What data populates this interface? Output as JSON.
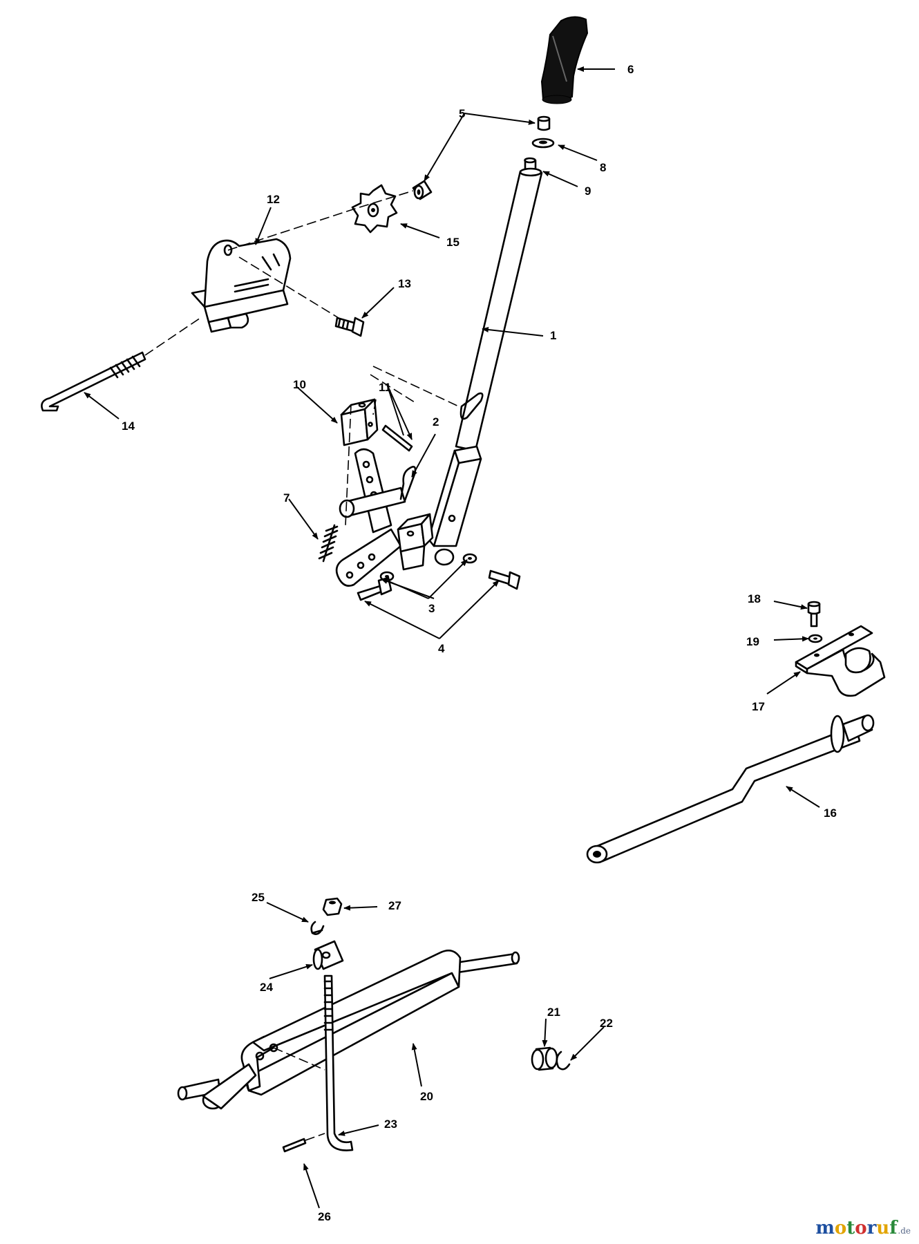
{
  "diagram": {
    "callouts": [
      "1",
      "2",
      "3",
      "4",
      "5",
      "6",
      "7",
      "8",
      "9",
      "10",
      "11",
      "12",
      "13",
      "14",
      "15",
      "16",
      "17",
      "18",
      "19",
      "20",
      "21",
      "22",
      "23",
      "24",
      "25",
      "26",
      "27"
    ]
  },
  "watermark": {
    "letters": [
      "m",
      "o",
      "t",
      "o",
      "r",
      "u",
      "f"
    ],
    "colors": [
      "#1d4fa0",
      "#e2a400",
      "#2a8a3a",
      "#d03030",
      "#1d4fa0",
      "#e2a400",
      "#2a8a3a"
    ],
    "suffix": ".de"
  }
}
